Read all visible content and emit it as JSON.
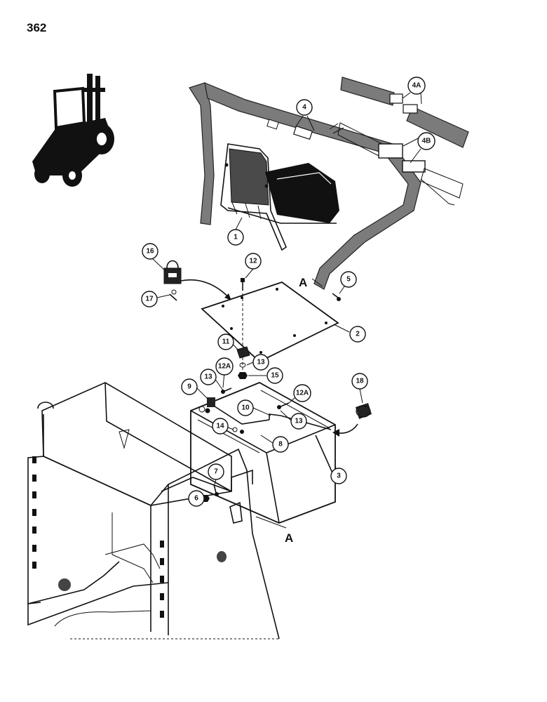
{
  "page": {
    "number": "362"
  },
  "callouts": [
    {
      "id": "1",
      "label": "1"
    },
    {
      "id": "2",
      "label": "2"
    },
    {
      "id": "3",
      "label": "3"
    },
    {
      "id": "4",
      "label": "4"
    },
    {
      "id": "4A",
      "label": "4A"
    },
    {
      "id": "4B",
      "label": "4B"
    },
    {
      "id": "5",
      "label": "5"
    },
    {
      "id": "6",
      "label": "6"
    },
    {
      "id": "7",
      "label": "7"
    },
    {
      "id": "8",
      "label": "8"
    },
    {
      "id": "9",
      "label": "9"
    },
    {
      "id": "10",
      "label": "10"
    },
    {
      "id": "11",
      "label": "11"
    },
    {
      "id": "12",
      "label": "12"
    },
    {
      "id": "12A_left",
      "label": "12A"
    },
    {
      "id": "12A_right",
      "label": "12A"
    },
    {
      "id": "13_upper",
      "label": "13"
    },
    {
      "id": "13_left",
      "label": "13"
    },
    {
      "id": "13_right",
      "label": "13"
    },
    {
      "id": "14",
      "label": "14"
    },
    {
      "id": "15",
      "label": "15"
    },
    {
      "id": "16",
      "label": "16"
    },
    {
      "id": "17",
      "label": "17"
    },
    {
      "id": "18",
      "label": "18"
    }
  ],
  "reference_marks": [
    {
      "id": "A_upper",
      "label": "A"
    },
    {
      "id": "A_lower",
      "label": "A"
    }
  ]
}
